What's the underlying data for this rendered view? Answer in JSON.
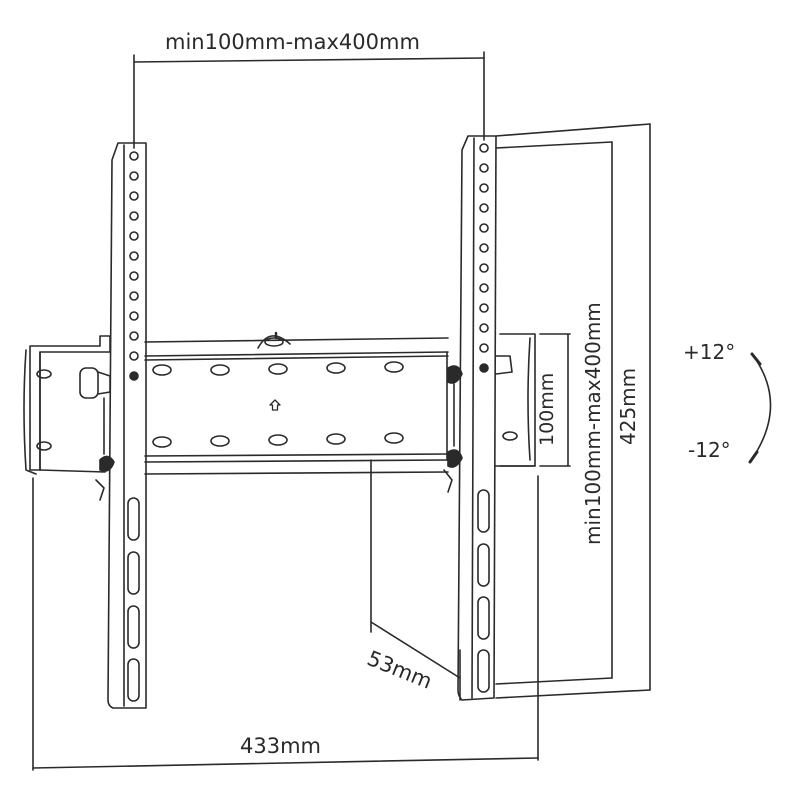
{
  "diagram": {
    "subject": "Tilting TV wall mount bracket",
    "line_color": "#2a2a2a",
    "background": "#ffffff"
  },
  "dimensions": {
    "horizontal_vesa": "min100mm-max400mm",
    "vertical_vesa": "min100mm-max400mm",
    "arm_height": "425mm",
    "rail_height": "100mm",
    "wall_depth": "53mm",
    "overall_width": "433mm"
  },
  "tilt": {
    "up": "+12°",
    "down": "-12°"
  }
}
